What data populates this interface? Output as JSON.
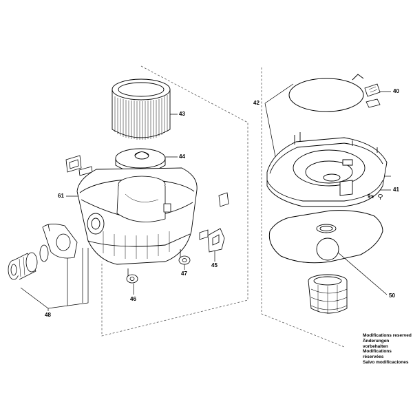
{
  "callouts": {
    "p40": "40",
    "p41": "41",
    "p42": "42",
    "p43": "43",
    "p44": "44",
    "p45": "45",
    "p46": "46",
    "p47": "47",
    "p48": "48",
    "p50": "50",
    "p61": "61",
    "qty": "9x"
  },
  "notice": [
    "Modifications reserved",
    "Änderungen vorbehalten",
    "Modifications réservées",
    "Salvo modificaciones"
  ],
  "colors": {
    "line": "#000000",
    "guide": "#555555",
    "background": "#ffffff"
  }
}
